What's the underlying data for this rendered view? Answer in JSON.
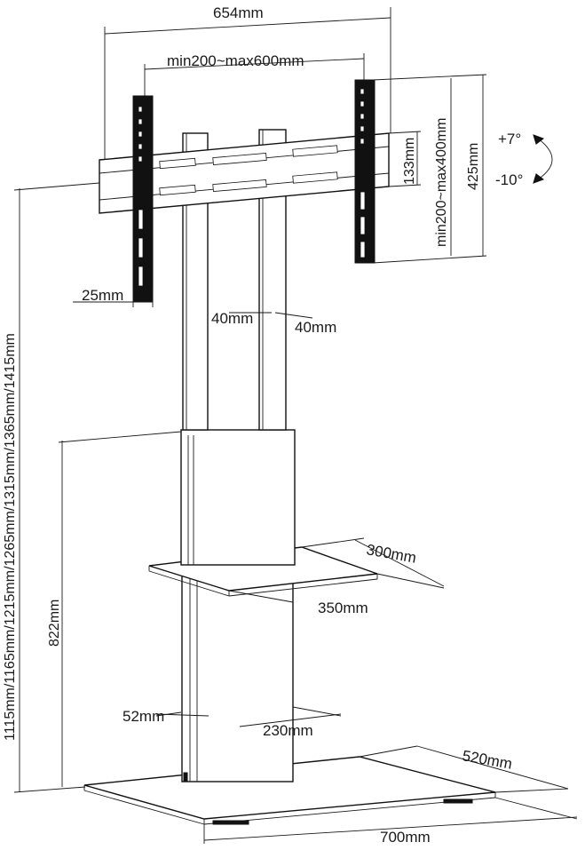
{
  "diagram": {
    "dimensions": {
      "overall_width": "654mm",
      "vesa_horizontal": "min200~max600mm",
      "arm_height": "425mm",
      "vesa_vertical": "min200~max400mm",
      "bracket_offset": "133mm",
      "arm_depth": "25mm",
      "column_left": "40mm",
      "column_right": "40mm",
      "tilt_up": "+7°",
      "tilt_down": "-10°",
      "height_options": "1115mm/1165mm/1215mm/1265mm/1315mm/1365mm/1415mm",
      "shelf_height": "822mm",
      "shelf_depth": "300mm",
      "shelf_width": "350mm",
      "column_depth": "52mm",
      "column_width": "230mm",
      "base_depth": "520mm",
      "base_width": "700mm"
    }
  }
}
